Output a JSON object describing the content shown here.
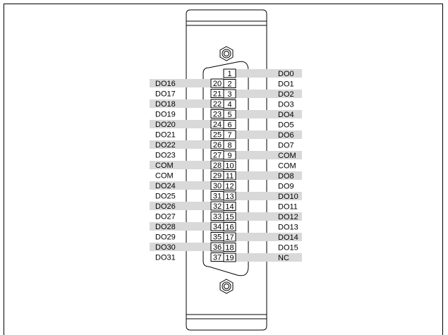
{
  "connector": {
    "top_row": [
      {
        "pin": "1",
        "signal": "DO0",
        "shaded": true
      },
      {
        "pin": "2",
        "signal": "DO1",
        "shaded": false
      },
      {
        "pin": "3",
        "signal": "DO2",
        "shaded": true
      },
      {
        "pin": "4",
        "signal": "DO3",
        "shaded": false
      },
      {
        "pin": "5",
        "signal": "DO4",
        "shaded": true
      },
      {
        "pin": "6",
        "signal": "DO5",
        "shaded": false
      },
      {
        "pin": "7",
        "signal": "DO6",
        "shaded": true
      },
      {
        "pin": "8",
        "signal": "DO7",
        "shaded": false
      },
      {
        "pin": "9",
        "signal": "COM",
        "shaded": true
      },
      {
        "pin": "10",
        "signal": "COM",
        "shaded": false
      },
      {
        "pin": "11",
        "signal": "DO8",
        "shaded": true
      },
      {
        "pin": "12",
        "signal": "DO9",
        "shaded": false
      },
      {
        "pin": "13",
        "signal": "DO10",
        "shaded": true
      },
      {
        "pin": "14",
        "signal": "DO11",
        "shaded": false
      },
      {
        "pin": "15",
        "signal": "DO12",
        "shaded": true
      },
      {
        "pin": "16",
        "signal": "DO13",
        "shaded": false
      },
      {
        "pin": "17",
        "signal": "DO14",
        "shaded": true
      },
      {
        "pin": "18",
        "signal": "DO15",
        "shaded": false
      },
      {
        "pin": "19",
        "signal": "NC",
        "shaded": true
      }
    ],
    "bottom_row": [
      {
        "pin": "20",
        "signal": "DO16",
        "shaded": true
      },
      {
        "pin": "21",
        "signal": "DO17",
        "shaded": false
      },
      {
        "pin": "22",
        "signal": "DO18",
        "shaded": true
      },
      {
        "pin": "23",
        "signal": "DO19",
        "shaded": false
      },
      {
        "pin": "24",
        "signal": "DO20",
        "shaded": true
      },
      {
        "pin": "25",
        "signal": "DO21",
        "shaded": false
      },
      {
        "pin": "26",
        "signal": "DO22",
        "shaded": true
      },
      {
        "pin": "27",
        "signal": "DO23",
        "shaded": false
      },
      {
        "pin": "28",
        "signal": "COM",
        "shaded": true
      },
      {
        "pin": "29",
        "signal": "COM",
        "shaded": false
      },
      {
        "pin": "30",
        "signal": "DO24",
        "shaded": true
      },
      {
        "pin": "31",
        "signal": "DO25",
        "shaded": false
      },
      {
        "pin": "32",
        "signal": "DO26",
        "shaded": true
      },
      {
        "pin": "33",
        "signal": "DO27",
        "shaded": false
      },
      {
        "pin": "34",
        "signal": "DO28",
        "shaded": true
      },
      {
        "pin": "35",
        "signal": "DO29",
        "shaded": false
      },
      {
        "pin": "36",
        "signal": "DO30",
        "shaded": true
      },
      {
        "pin": "37",
        "signal": "DO31",
        "shaded": false
      }
    ]
  },
  "colors": {
    "shade": "#d9d9d9",
    "line": "#000000",
    "background": "#ffffff"
  }
}
